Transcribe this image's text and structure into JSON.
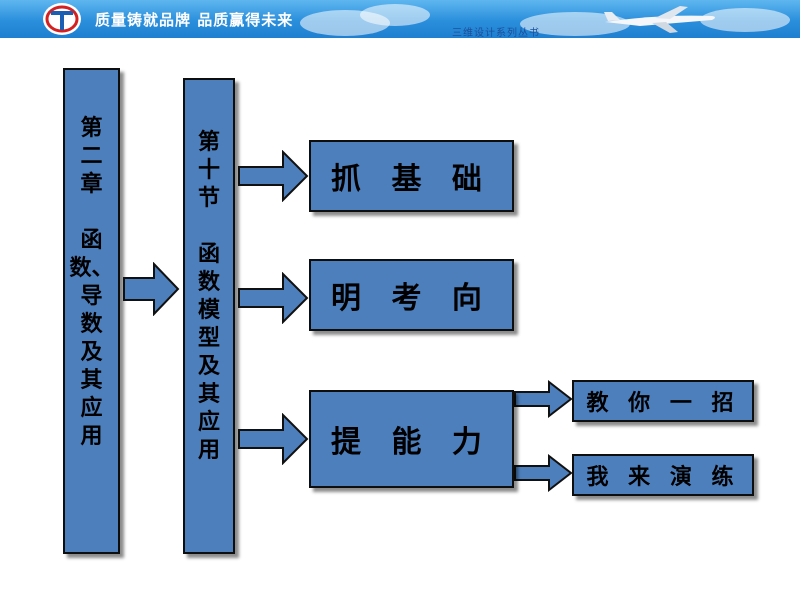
{
  "header": {
    "slogan": "质量铸就品牌 品质赢得未来",
    "series": "三维设计系列丛书",
    "logo_icon": "tc-logo-icon",
    "plane_icon": "airplane-icon",
    "colors": {
      "banner": "#2a8fdc",
      "box_fill": "#4d7fbc"
    }
  },
  "diagram": {
    "chapter": "第\n二\n章\n\n函\n数、\n导\n数\n及\n其\n应\n用",
    "section": "第\n十\n节\n\n函\n数\n模\n型\n及\n其\n应\n用",
    "items": [
      "抓 基 础",
      "明 考 向",
      "提 能 力"
    ],
    "subitems": [
      "教 你 一 招",
      "我 来 演 练"
    ]
  }
}
